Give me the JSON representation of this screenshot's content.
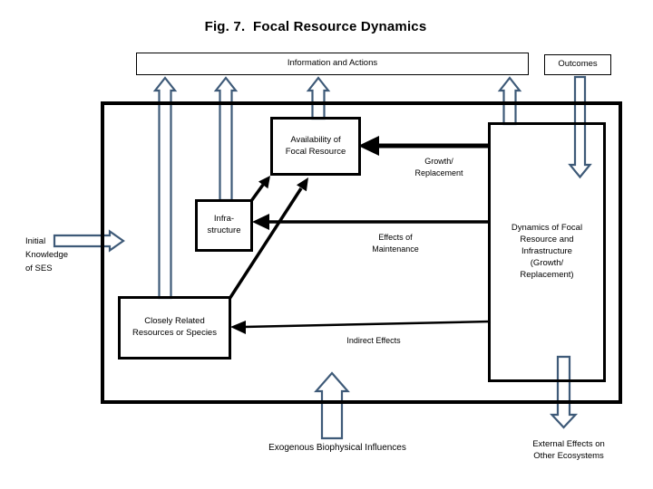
{
  "title": "Fig. 7.  Focal Resource Dynamics",
  "top": {
    "information_and_actions": "Information and Actions",
    "outcomes": "Outcomes"
  },
  "boxes": {
    "availability": "Availability of\nFocal Resource",
    "infrastructure": "Infra-\nstructure",
    "closely_related": "Closely Related\nResources or Species",
    "dynamics": "Dynamics of Focal\nResource and\nInfrastructure\n(Growth/\nReplacement)"
  },
  "labels": {
    "growth_replacement": "Growth/\nReplacement",
    "effects_of_maintenance": "Effects of\nMaintenance",
    "indirect_effects": "Indirect Effects",
    "initial_knowledge": "Initial\nKnowledge\nof SES",
    "exogenous": "Exogenous Biophysical Influences",
    "external_effects": "External Effects on\nOther Ecosystems"
  },
  "colors": {
    "block_arrow_outline": "#3E5A78",
    "block_arrow_fill": "#FFFFFF",
    "connector_black": "#000000",
    "background": "#FFFFFF"
  }
}
